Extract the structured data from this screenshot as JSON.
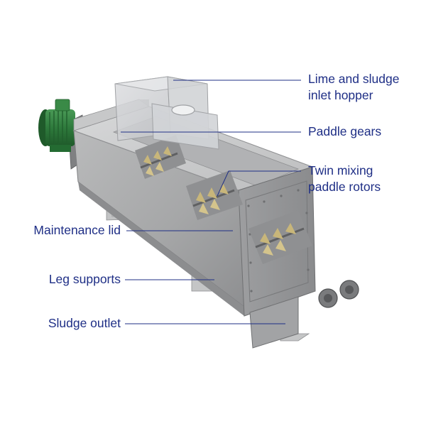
{
  "labels": {
    "hopper_line1": "Lime and sludge",
    "hopper_line2": "inlet hopper",
    "paddle_gears": "Paddle gears",
    "rotors_line1": "Twin mixing",
    "rotors_line2": "paddle rotors",
    "maintenance_lid": "Maintenance lid",
    "leg_supports": "Leg supports",
    "sludge_outlet": "Sludge outlet"
  },
  "colors": {
    "label_text": "#1f2f86",
    "leader_line": "#1f2f86",
    "steel_light": "#c9cacb",
    "steel_mid": "#a9aaab",
    "steel_dark": "#7d7e80",
    "motor_green": "#2e7a3c",
    "paddle_yellow": "#c8b67a"
  }
}
